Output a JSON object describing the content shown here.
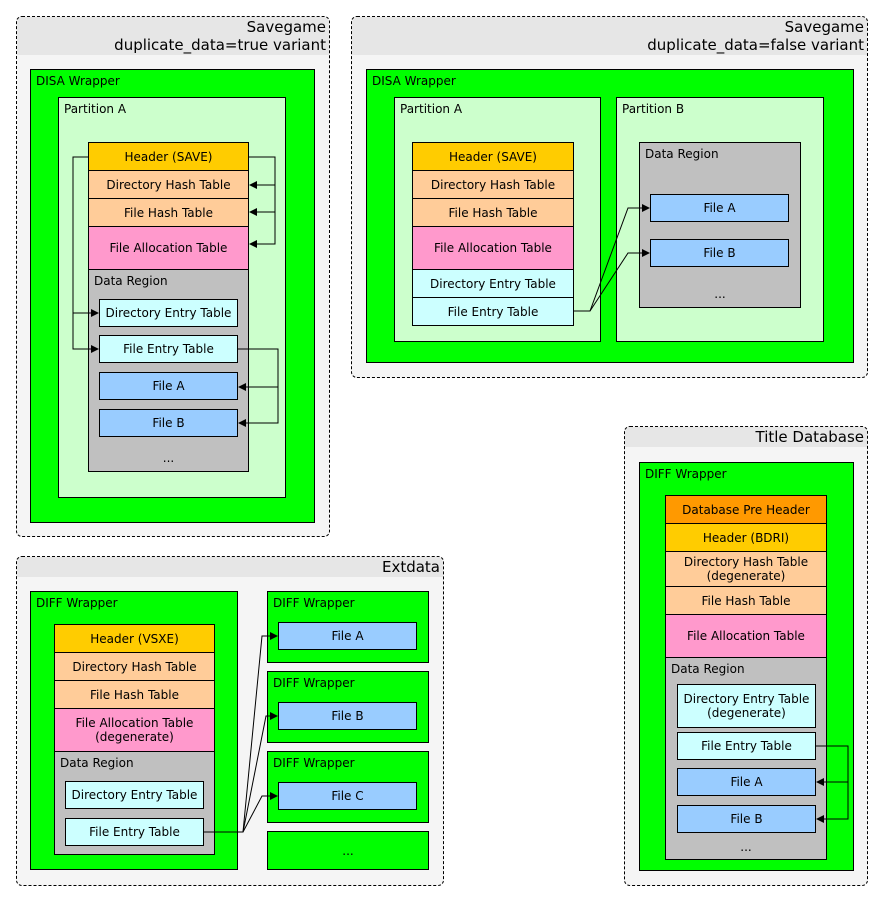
{
  "savegame_true": {
    "title_line1": "Savegame",
    "title_line2": "duplicate_data=true variant",
    "wrapper_label": "DISA Wrapper",
    "partition_label": "Partition A",
    "header": "Header (SAVE)",
    "dir_hash": "Directory Hash Table",
    "file_hash": "File Hash Table",
    "fat": "File Allocation Table",
    "data_region": "Data Region",
    "dir_entry": "Directory Entry Table",
    "file_entry": "File Entry Table",
    "file_a": "File A",
    "file_b": "File B",
    "ellipsis": "..."
  },
  "savegame_false": {
    "title_line1": "Savegame",
    "title_line2": "duplicate_data=false variant",
    "wrapper_label": "DISA Wrapper",
    "partition_a_label": "Partition A",
    "partition_b_label": "Partition B",
    "header": "Header (SAVE)",
    "dir_hash": "Directory Hash Table",
    "file_hash": "File Hash Table",
    "fat": "File Allocation Table",
    "dir_entry": "Directory Entry Table",
    "file_entry": "File Entry Table",
    "data_region": "Data Region",
    "file_a": "File A",
    "file_b": "File B",
    "ellipsis": "..."
  },
  "extdata": {
    "title": "Extdata",
    "wrapper_label": "DIFF Wrapper",
    "header": "Header (VSXE)",
    "dir_hash": "Directory Hash Table",
    "file_hash": "File Hash Table",
    "fat_line1": "File Allocation Table",
    "fat_line2": "(degenerate)",
    "data_region": "Data Region",
    "dir_entry": "Directory Entry Table",
    "file_entry": "File Entry Table",
    "file_wrappers": [
      {
        "label": "DIFF Wrapper",
        "file": "File A"
      },
      {
        "label": "DIFF Wrapper",
        "file": "File B"
      },
      {
        "label": "DIFF Wrapper",
        "file": "File C"
      }
    ],
    "ellipsis": "..."
  },
  "title_db": {
    "title": "Title Database",
    "wrapper_label": "DIFF Wrapper",
    "pre_header": "Database Pre Header",
    "header": "Header (BDRI)",
    "dir_hash_line1": "Directory Hash Table",
    "dir_hash_line2": "(degenerate)",
    "file_hash": "File Hash Table",
    "fat": "File Allocation Table",
    "data_region": "Data Region",
    "dir_entry_line1": "Directory Entry Table",
    "dir_entry_line2": "(degenerate)",
    "file_entry": "File Entry Table",
    "file_a": "File A",
    "file_b": "File B",
    "ellipsis": "..."
  },
  "colors": {
    "wrapper": "#00ff00",
    "partition": "#ccffcc",
    "data_region": "#c0c0c0",
    "header": "#ffcc00",
    "hash_table": "#ffcc99",
    "allocation_table": "#ff99cc",
    "entry_table": "#ccffff",
    "file": "#99ccff",
    "pre_header": "#ff9900"
  }
}
